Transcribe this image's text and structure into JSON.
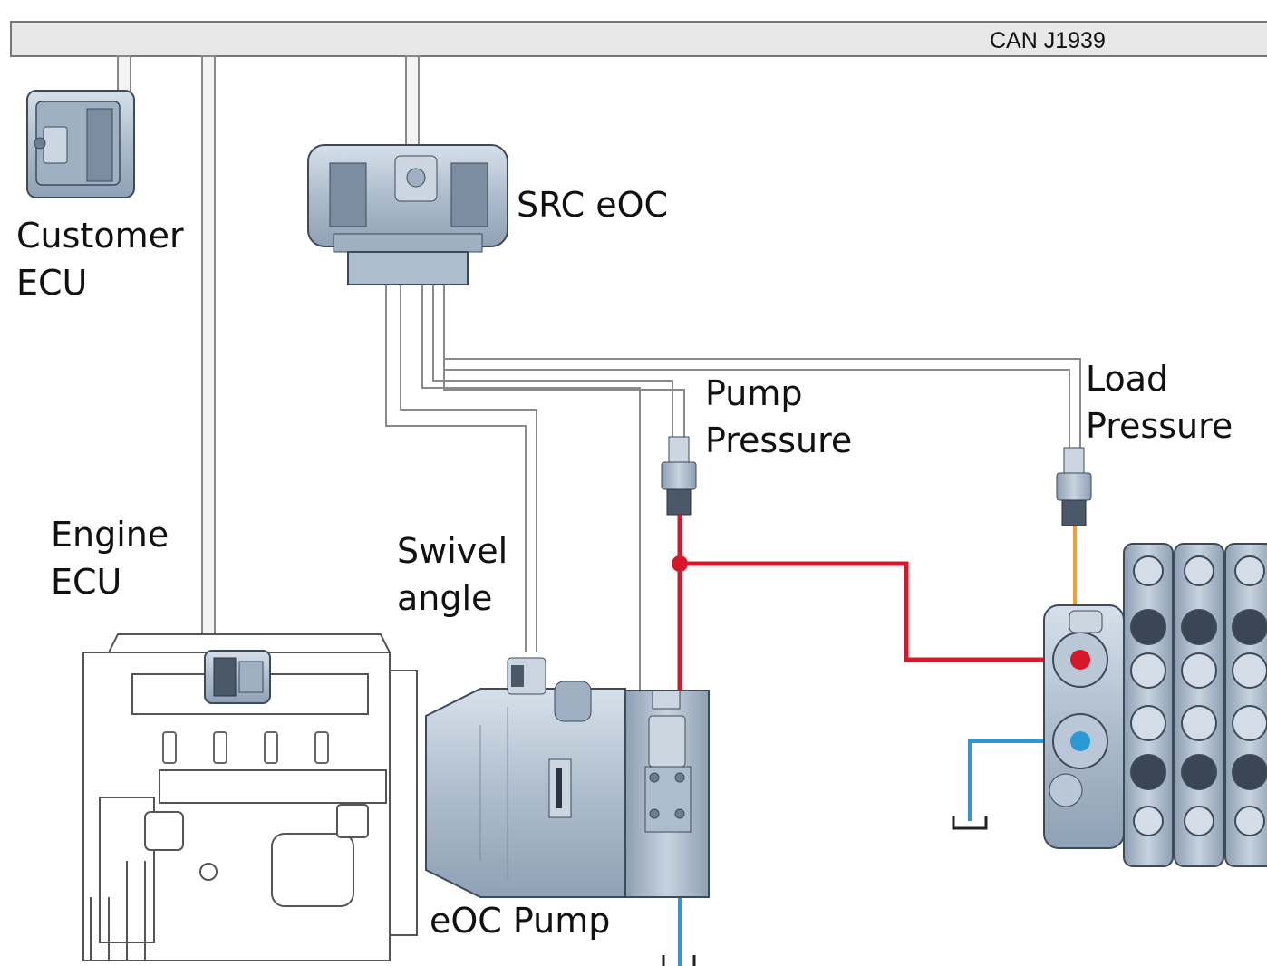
{
  "bus": {
    "label": "CAN J1939"
  },
  "labels": {
    "customer_ecu": [
      "Customer",
      "ECU"
    ],
    "src_eoc": "SRC eOC",
    "pump_pressure": [
      "Pump",
      "Pressure"
    ],
    "load_pressure": [
      "Load",
      "Pressure"
    ],
    "engine_ecu": [
      "Engine",
      "ECU"
    ],
    "swivel_angle": [
      "Swivel",
      "angle"
    ],
    "eoc_pump": "eOC Pump"
  },
  "colors": {
    "pressure_line": "#d7182a",
    "tank_line": "#2a9ad6",
    "load_sense_line": "#f0a030",
    "component_fill": "#b9c7d7",
    "bus_fill": "#e8e8e8"
  }
}
